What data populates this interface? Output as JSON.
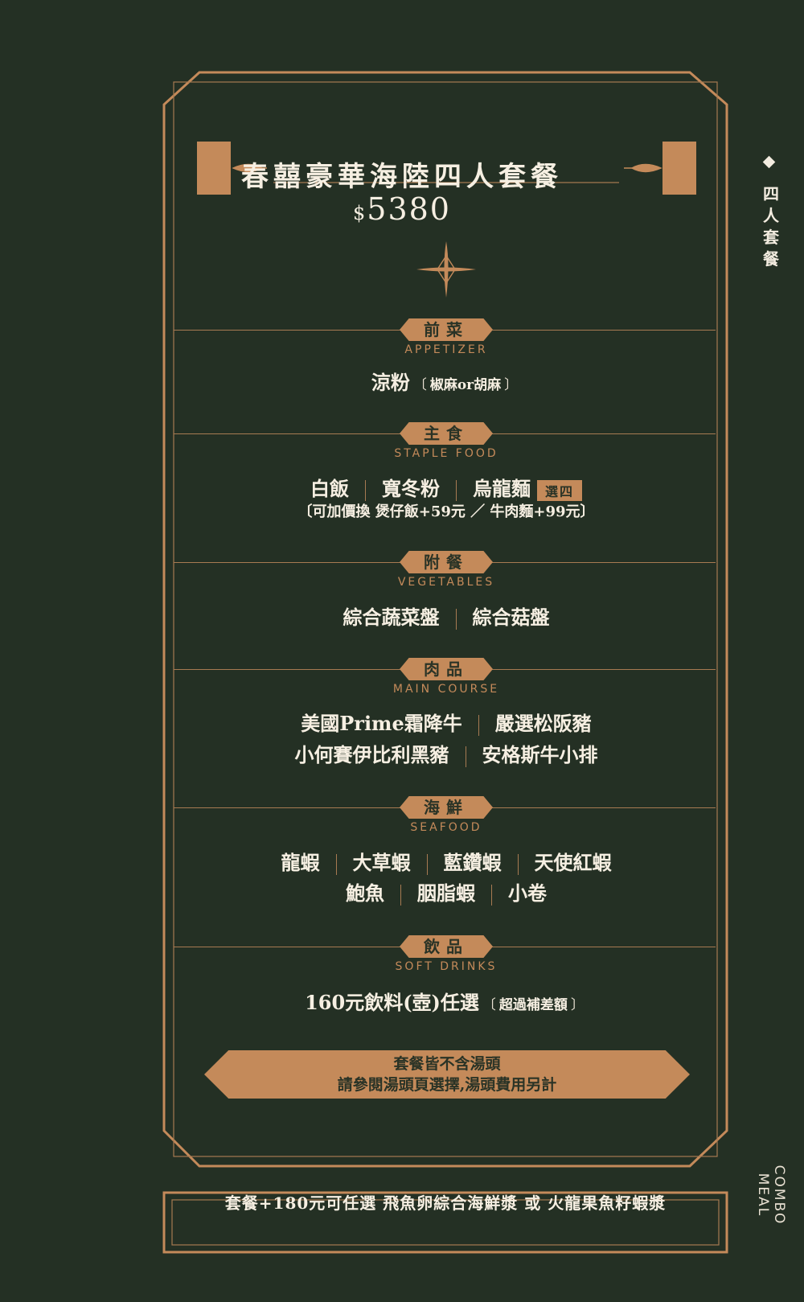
{
  "title": "春囍豪華海陸四人套餐",
  "price": {
    "currency": "$",
    "amount": "5380"
  },
  "side": {
    "cn": "四人套餐",
    "en": "COMBO MEAL"
  },
  "sections": [
    {
      "cn": "前菜",
      "en": "APPETIZER",
      "rows": [
        {
          "items": [
            "涼粉"
          ],
          "note": "椒麻or胡麻"
        }
      ]
    },
    {
      "cn": "主食",
      "en": "STAPLE FOOD",
      "rows": [
        {
          "items": [
            "白飯",
            "寬冬粉",
            "烏龍麵"
          ],
          "tag": "選四"
        }
      ],
      "sub": "可加價換 煲仔飯+59元 ／ 牛肉麵+99元"
    },
    {
      "cn": "附餐",
      "en": "VEGETABLES",
      "rows": [
        {
          "items": [
            "綜合蔬菜盤",
            "綜合菇盤"
          ]
        }
      ]
    },
    {
      "cn": "肉品",
      "en": "MAIN COURSE",
      "rows": [
        {
          "items": [
            "美國Prime霜降牛",
            "嚴選松阪豬"
          ]
        },
        {
          "items": [
            "小何賽伊比利黑豬",
            "安格斯牛小排"
          ]
        }
      ]
    },
    {
      "cn": "海鮮",
      "en": "SEAFOOD",
      "rows": [
        {
          "items": [
            "龍蝦",
            "大草蝦",
            "藍鑽蝦",
            "天使紅蝦"
          ]
        },
        {
          "items": [
            "鮑魚",
            "胭脂蝦",
            "小卷"
          ]
        }
      ]
    },
    {
      "cn": "飲品",
      "en": "SOFT DRINKS",
      "rows": [
        {
          "items": [
            "160元飲料(壺)任選"
          ],
          "note": "超過補差額"
        }
      ]
    }
  ],
  "banner": {
    "line1": "套餐皆不含湯頭",
    "line2": "請參閱湯頭頁選擇,湯頭費用另計"
  },
  "footer": "套餐+180元可任選 飛魚卵綜合海鮮漿 或 火龍果魚籽蝦漿",
  "colors": {
    "background": "#243024",
    "accent": "#c48a5a",
    "text": "#f6efe2"
  }
}
